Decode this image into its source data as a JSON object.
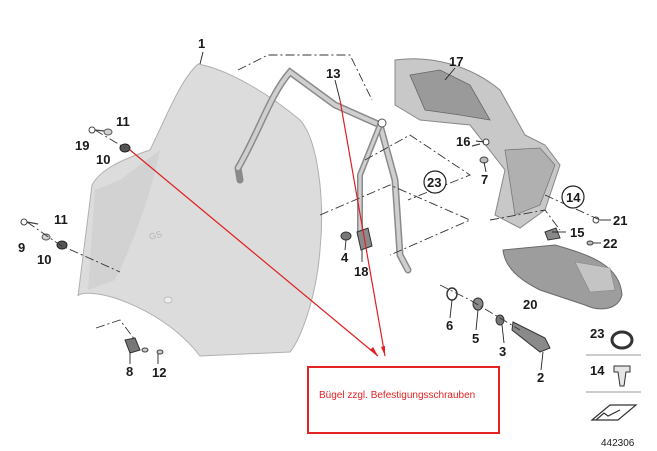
{
  "parts": {
    "p1": "1",
    "p2": "2",
    "p3": "3",
    "p4": "4",
    "p5": "5",
    "p6": "6",
    "p7": "7",
    "p8": "8",
    "p9": "9",
    "p10a": "10",
    "p10b": "10",
    "p11a": "11",
    "p11b": "11",
    "p12": "12",
    "p13": "13",
    "p14": "14",
    "p15": "15",
    "p16": "16",
    "p17": "17",
    "p18": "18",
    "p19": "19",
    "p20": "20",
    "p21": "21",
    "p22": "22",
    "p23": "23"
  },
  "note": {
    "text": "Bügel zzgl. Befestigungsschrauben",
    "color": "#e32222"
  },
  "legend": {
    "item_a": "23",
    "item_b": "14"
  },
  "diagram_id": "442306"
}
